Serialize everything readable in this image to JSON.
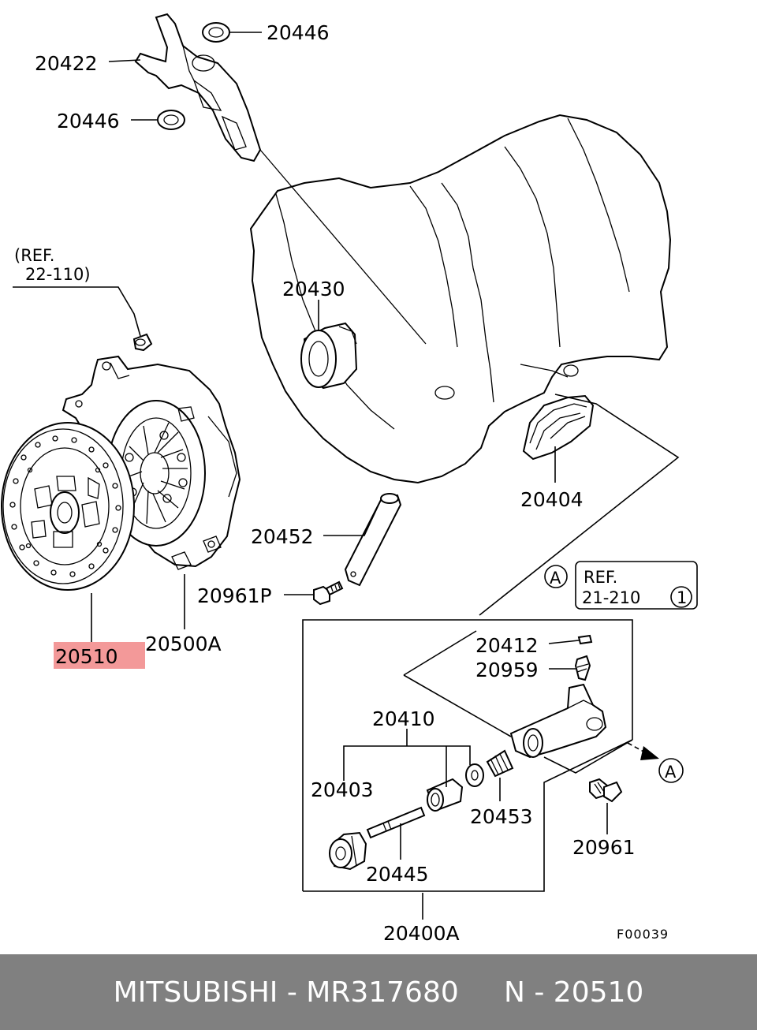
{
  "labels": {
    "p20446_top": "20446",
    "p20422": "20422",
    "p20446_bottom": "20446",
    "ref_22_line1": "(REF.",
    "ref_22_line2": "22-110)",
    "p20430": "20430",
    "p20404": "20404",
    "p20452": "20452",
    "p20961P": "20961P",
    "p20500A": "20500A",
    "p20510": "20510",
    "callout_a_top": "A",
    "ref_21_line1": "REF.",
    "ref_21_line2": "21-210",
    "ref_21_circle": "1",
    "p20412": "20412",
    "p20959": "20959",
    "p20410": "20410",
    "p20403": "20403",
    "p20453": "20453",
    "callout_a_right": "A",
    "p20961": "20961",
    "p20445": "20445",
    "p20400A": "20400A",
    "figure_code": "F00039"
  },
  "highlight_color": "#f08080",
  "footer": {
    "text": "MITSUBISHI - MR317680     N - 20510"
  }
}
